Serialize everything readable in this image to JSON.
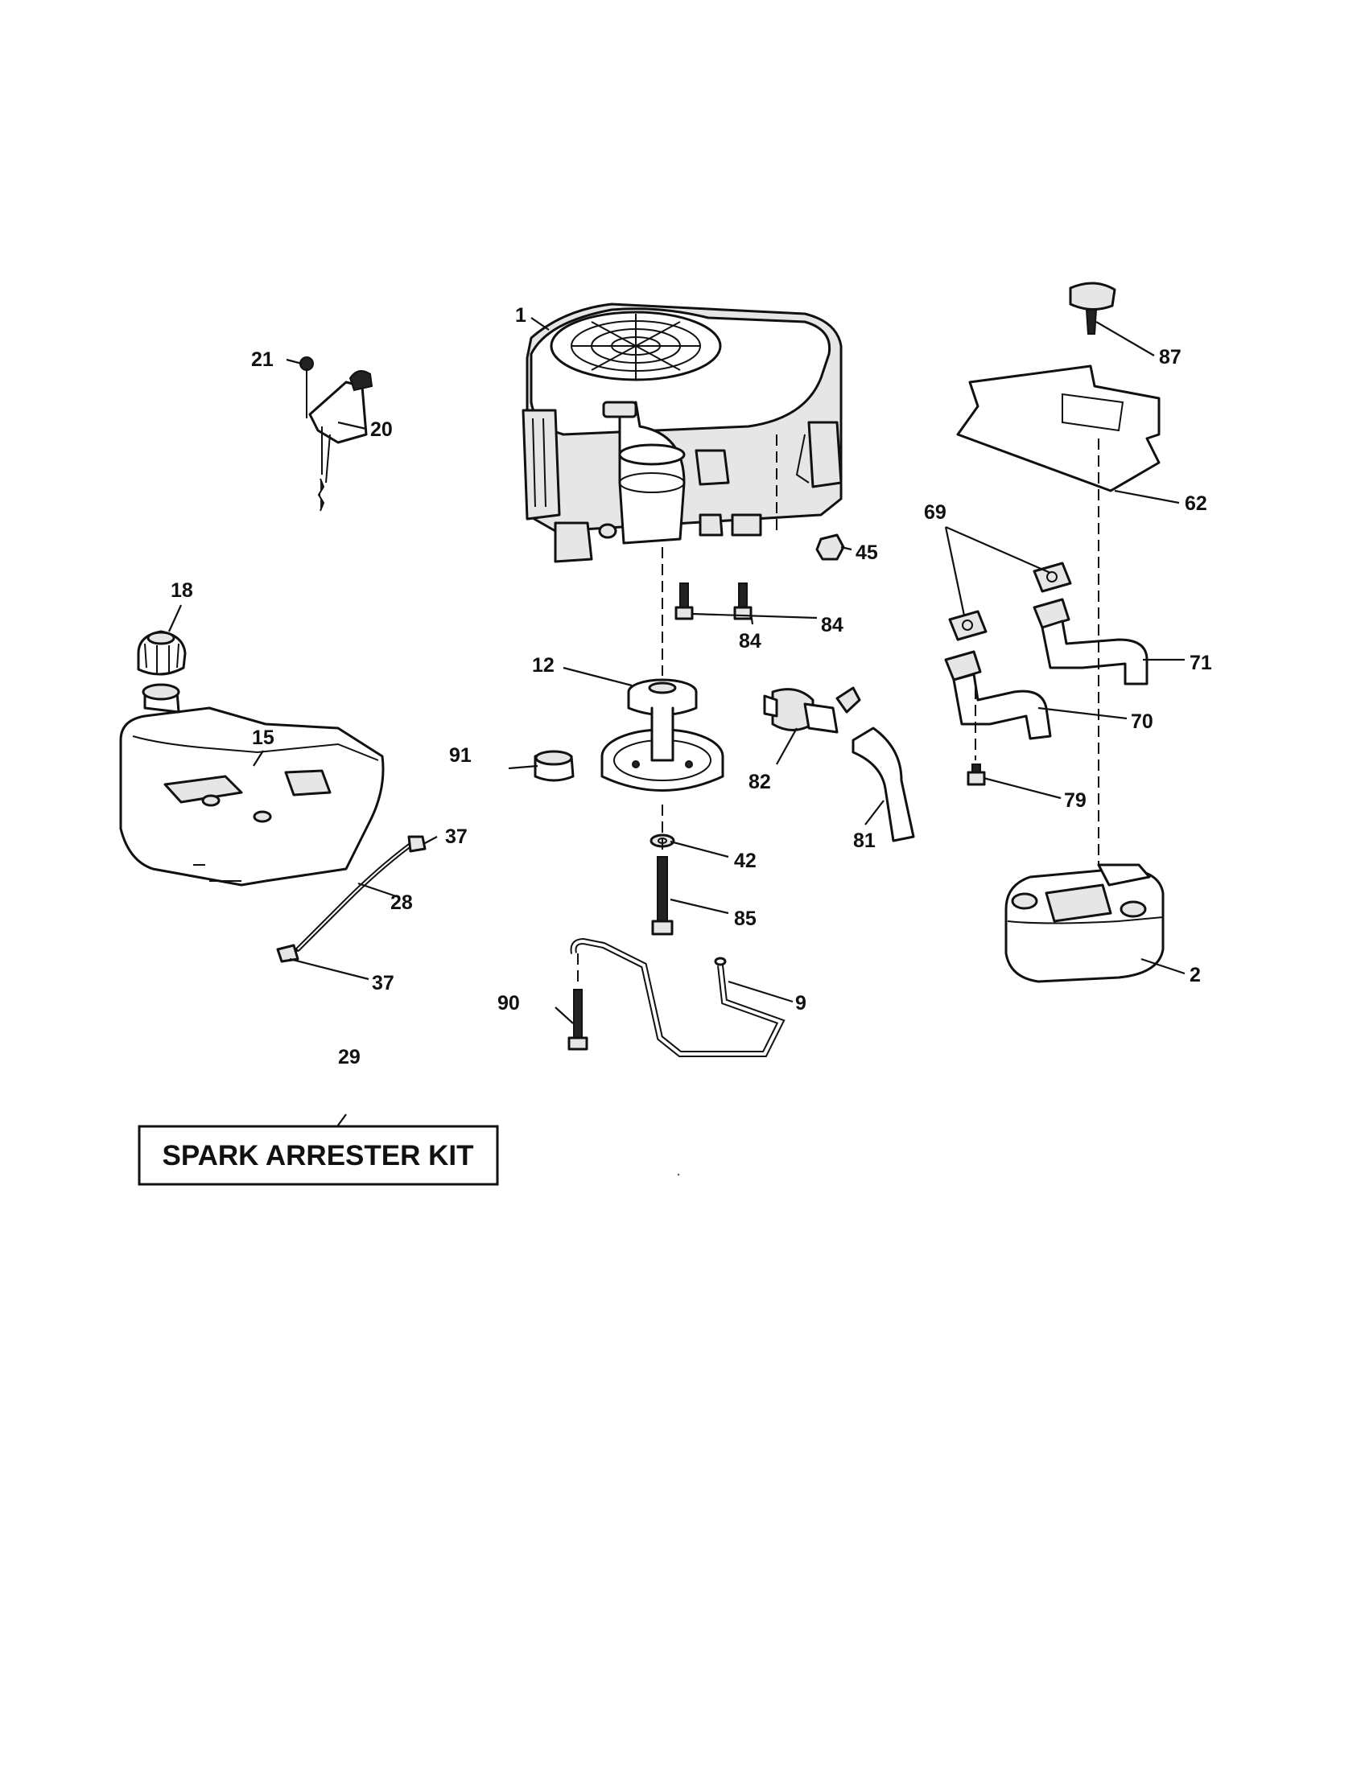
{
  "callouts": {
    "c1": "1",
    "c2": "2",
    "c9": "9",
    "c12": "12",
    "c15": "15",
    "c18": "18",
    "c20": "20",
    "c21": "21",
    "c28": "28",
    "c29": "29",
    "c37a": "37",
    "c37b": "37",
    "c42": "42",
    "c45": "45",
    "c62": "62",
    "c69": "69",
    "c70": "70",
    "c71": "71",
    "c79": "79",
    "c81": "81",
    "c82": "82",
    "c84a": "84",
    "c84b": "84",
    "c85": "85",
    "c87": "87",
    "c90": "90",
    "c91": "91"
  },
  "kit_label": "SPARK ARRESTER KIT"
}
